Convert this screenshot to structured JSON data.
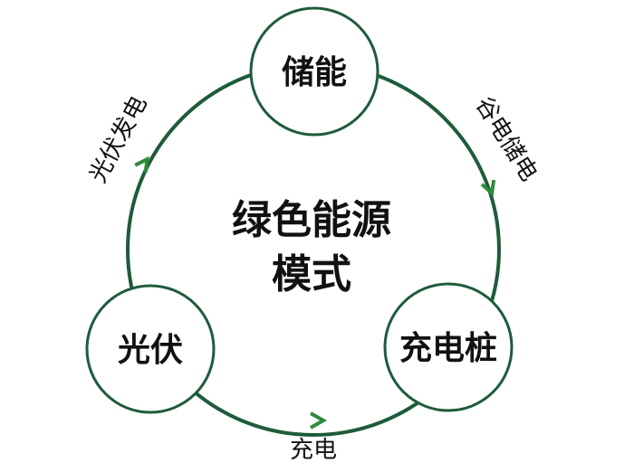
{
  "center": {
    "line1": "绿色能源",
    "line2": "模式"
  },
  "nodes": {
    "storage": "储能",
    "solar": "光伏",
    "charger": "充电桩"
  },
  "edges": {
    "solar_generation": "光伏发电",
    "valley_storage": "谷电储电",
    "charging": "充电"
  },
  "colors": {
    "ring": "#1e5b3a",
    "node_border": "#1e5b3a",
    "arrow": "#2f8a3c",
    "text": "#111111"
  }
}
